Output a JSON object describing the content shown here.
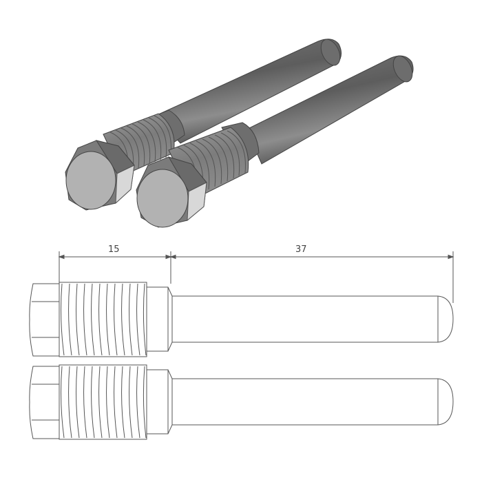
{
  "figure": {
    "subject": "Threaded brake pad pins (pair)",
    "render_view": "3D shaded isometric view of two pins",
    "drawing_view": "2D side elevation of two pins with dimensions"
  },
  "dimensions": {
    "thread_length": "15",
    "shaft_length": "37"
  },
  "colors": {
    "background": "#ffffff",
    "line": "#555555",
    "shaft_dark": "#5a5a5a",
    "shaft_light": "#9a9a9a",
    "face": "#b0b0b0"
  }
}
